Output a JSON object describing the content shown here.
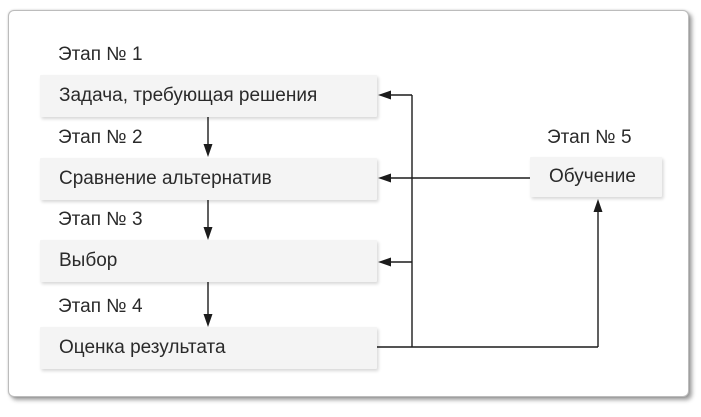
{
  "diagram": {
    "stages": [
      {
        "id": 1,
        "label": "Этап № 1",
        "text": "Задача, требующая решения"
      },
      {
        "id": 2,
        "label": "Этап № 2",
        "text": "Сравнение альтернатив"
      },
      {
        "id": 3,
        "label": "Этап № 3",
        "text": "Выбор"
      },
      {
        "id": 4,
        "label": "Этап № 4",
        "text": "Оценка результата"
      },
      {
        "id": 5,
        "label": "Этап № 5",
        "text": "Обучение"
      }
    ],
    "edges": [
      {
        "from": "Задача, требующая решения",
        "to": "Сравнение альтернатив",
        "type": "forward"
      },
      {
        "from": "Сравнение альтернатив",
        "to": "Выбор",
        "type": "forward"
      },
      {
        "from": "Выбор",
        "to": "Оценка результата",
        "type": "forward"
      },
      {
        "from": "Оценка результата",
        "to": "Обучение",
        "type": "feedback"
      },
      {
        "from": "Обучение",
        "to": "Сравнение альтернатив",
        "type": "feedback"
      },
      {
        "from": "Оценка результата",
        "to": "Задача, требующая решения",
        "type": "feedback"
      },
      {
        "from": "Оценка результата",
        "to": "Выбор",
        "type": "feedback"
      }
    ],
    "colors": {
      "background": "#ffffff",
      "box_fill": "#f4f4f4",
      "line": "#1c1c1c",
      "text": "#2a2a2a",
      "frame_border": "#bcbcbc"
    }
  }
}
